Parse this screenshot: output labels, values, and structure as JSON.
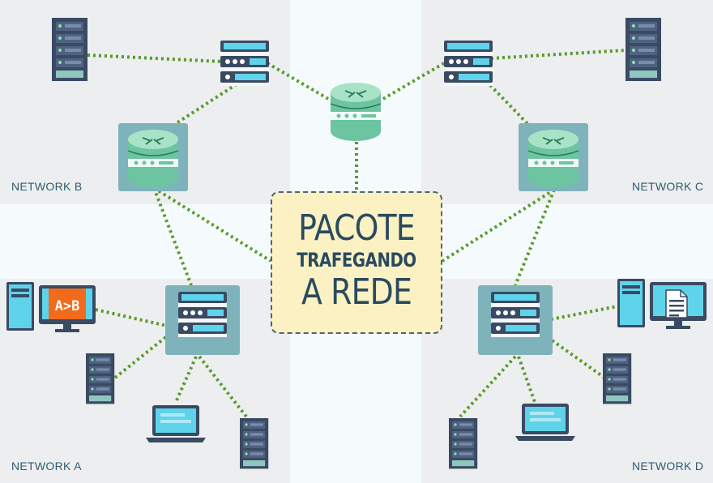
{
  "center": {
    "line1": "PACOTE",
    "line2": "TRAFEGANDO",
    "line3": "A REDE"
  },
  "networks": {
    "a": "NETWORK A",
    "b": "NETWORK B",
    "c": "NETWORK C",
    "d": "NETWORK D"
  },
  "screen_text": "A>B",
  "colors": {
    "link": "#5a9a2c",
    "device_dark": "#3a4a63",
    "device_screen": "#5fd3ea",
    "router_green": "#8fd3b4",
    "tile": "#7fb3bc",
    "center_fill": "#fbf1c3",
    "accent_orange": "#f26a1b",
    "label": "#2f5b73"
  },
  "icons": [
    "router-icon",
    "switch-icon",
    "server-tower-icon",
    "monitor-icon",
    "laptop-icon",
    "document-icon"
  ]
}
